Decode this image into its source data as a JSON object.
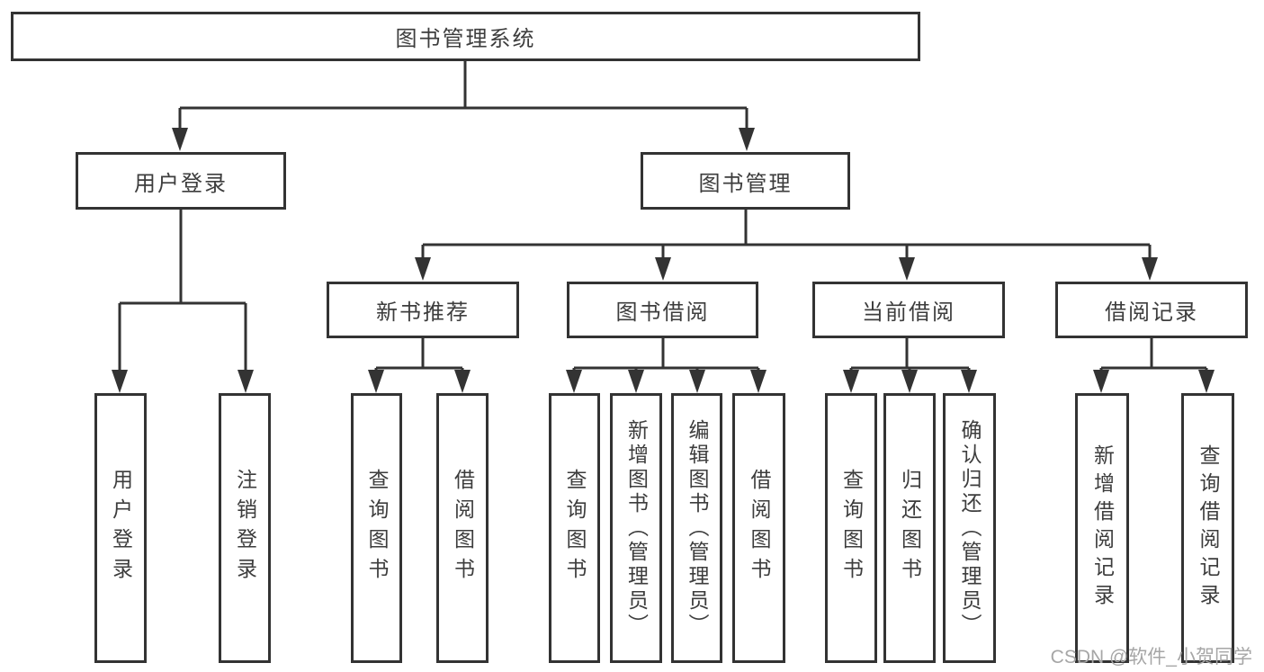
{
  "diagram": {
    "root": "图书管理系统",
    "level2": [
      "用户登录",
      "图书管理"
    ],
    "level3": [
      "新书推荐",
      "图书借阅",
      "当前借阅",
      "借阅记录"
    ],
    "leaves": [
      "用户登录",
      "注销登录",
      "查询图书",
      "借阅图书",
      "查询图书",
      "新增图书（管理员）",
      "编辑图书（管理员）",
      "借阅图书",
      "查询图书",
      "归还图书",
      "确认归还（管理员）",
      "新增借阅记录",
      "查询借阅记录"
    ]
  },
  "watermark": "CSDN @软件_小贺同学",
  "colors": {
    "line": "#333333",
    "border": "#333333",
    "text": "#3d3d3d",
    "watermark": "#a6a6a6",
    "background": "#ffffff"
  }
}
